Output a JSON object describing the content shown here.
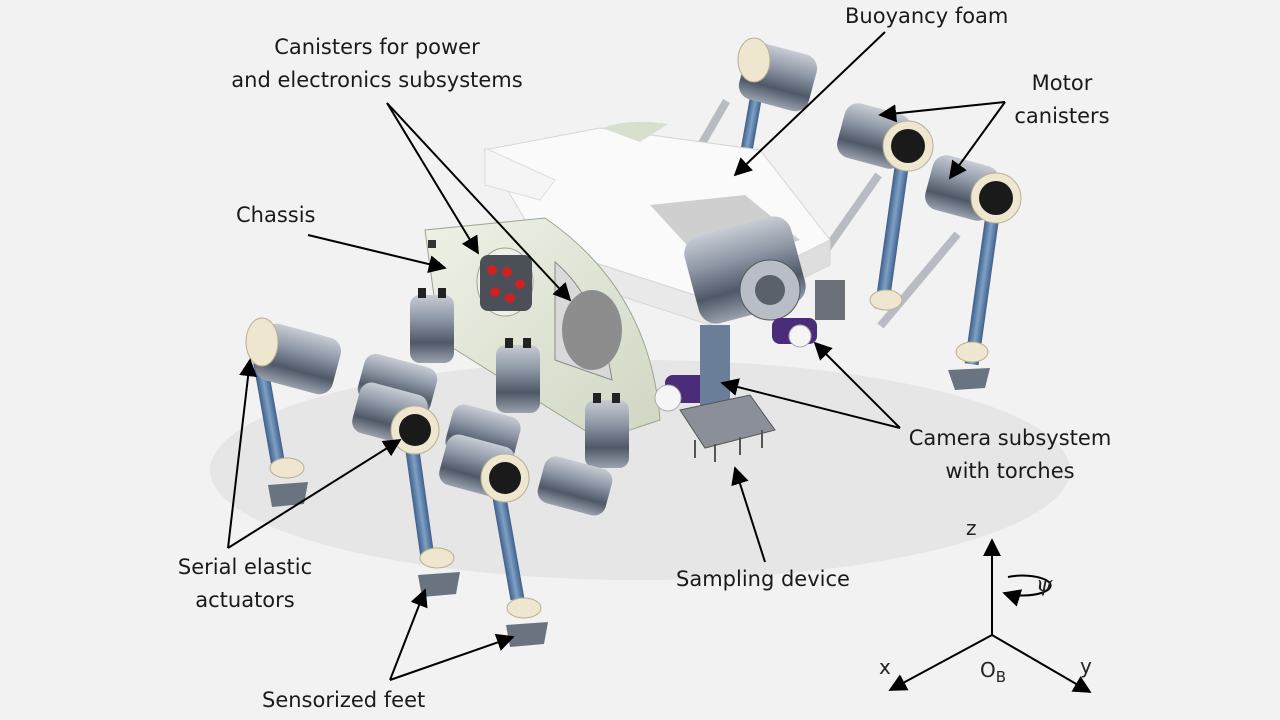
{
  "labels": {
    "buoyancy_foam": "Buoyancy foam",
    "canisters_line1": "Canisters for power",
    "canisters_line2": "and electronics subsystems",
    "motor_line1": "Motor",
    "motor_line2": "canisters",
    "chassis": "Chassis",
    "camera_line1": "Camera subsystem",
    "camera_line2": "with torches",
    "serial_line1": "Serial elastic",
    "serial_line2": "actuators",
    "sampling": "Sampling device",
    "feet": "Sensorized feet"
  },
  "axes": {
    "z": "z",
    "x": "x",
    "y": "y",
    "origin": "O",
    "origin_sub": "B",
    "psi": "ψ"
  },
  "colors": {
    "background": "#f2f2f2",
    "chassis_plate": "#e4ead9",
    "foam": "#fafafa",
    "canister_metal": "#8f98a6",
    "canister_dark": "#4f5866",
    "cap": "#efe6cf",
    "leg_blue": "#5c7ea6",
    "connector_red": "#cc2222",
    "camera_purple": "#4a2c7a",
    "arrow": "#000000"
  }
}
